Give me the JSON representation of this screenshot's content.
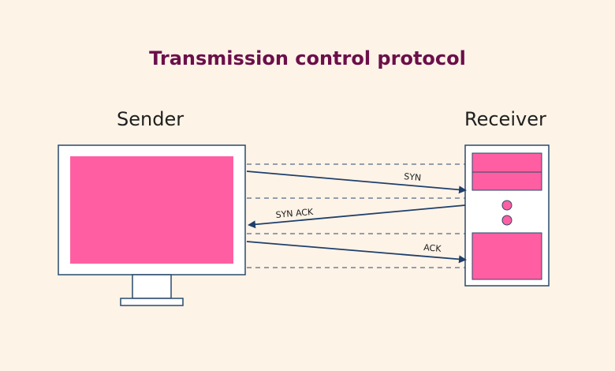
{
  "title": "Transmission control protocol",
  "sender": {
    "label": "Sender"
  },
  "receiver": {
    "label": "Receiver"
  },
  "messages": [
    {
      "label": "SYN",
      "direction": "sender-to-receiver"
    },
    {
      "label": "SYN ACK",
      "direction": "receiver-to-sender"
    },
    {
      "label": "ACK",
      "direction": "sender-to-receiver"
    }
  ],
  "colors": {
    "background": "#fdf3e7",
    "title": "#6b0f4a",
    "screen": "#ff5fa2",
    "device_body": "#ffffff",
    "outline": "#2a4a6b",
    "arrow": "#1f3f6b",
    "dashed": "#2a4a6b"
  }
}
